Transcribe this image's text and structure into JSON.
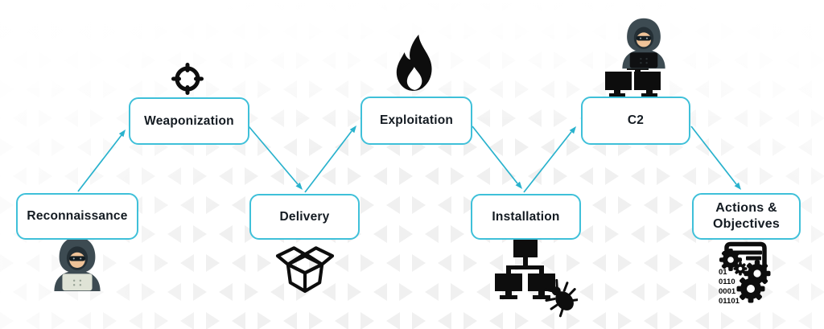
{
  "diagram": {
    "type": "flow-diagram",
    "stages": [
      {
        "label": "Reconnaissance",
        "icon": "hacker-laptop-icon"
      },
      {
        "label": "Weaponization",
        "icon": "crosshair-target-icon"
      },
      {
        "label": "Delivery",
        "icon": "open-box-icon"
      },
      {
        "label": "Exploitation",
        "icon": "flame-icon"
      },
      {
        "label": "Installation",
        "icon": "network-malware-bug-icon"
      },
      {
        "label": "C2",
        "icon": "hacker-network-icon"
      },
      {
        "label": "Actions & Objectives",
        "lines": [
          "Actions &",
          "Objectives"
        ],
        "icon": "document-gears-binary-icon"
      }
    ],
    "connections": [
      {
        "from": "Reconnaissance",
        "to": "Weaponization"
      },
      {
        "from": "Weaponization",
        "to": "Delivery"
      },
      {
        "from": "Delivery",
        "to": "Exploitation"
      },
      {
        "from": "Exploitation",
        "to": "Installation"
      },
      {
        "from": "Installation",
        "to": "C2"
      },
      {
        "from": "C2",
        "to": "Actions & Objectives"
      }
    ],
    "binary_code_lines": [
      "01",
      "0110",
      "0001",
      "01101"
    ],
    "colors": {
      "box_border": "#3fc0d9",
      "arrow": "#29b2cd",
      "icon_black": "#0d0d0d",
      "hacker_hood": "#3d4b52",
      "hacker_face": "#efc398",
      "hacker_laptop": "#dfe3d6",
      "background_pattern": "#f0f0f0"
    }
  }
}
